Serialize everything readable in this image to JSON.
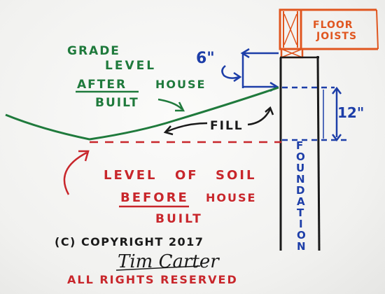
{
  "labels": {
    "floor_joists_1": "FLOOR",
    "floor_joists_2": "JOISTS",
    "six_inches": "6\"",
    "twelve_inches": "12\"",
    "grade_1": "GRADE",
    "grade_2": "LEVEL",
    "grade_3a": "AFTER",
    "grade_3b": "HOUSE",
    "grade_4": "BUILT",
    "fill": "FILL",
    "soil_1a": "LEVEL",
    "soil_1b": "OF",
    "soil_1c": "SOIL",
    "soil_2a": "BEFORE",
    "soil_2b": "HOUSE",
    "soil_3": "BUILT",
    "foundation": [
      "F",
      "O",
      "U",
      "N",
      "D",
      "A",
      "T",
      "I",
      "O",
      "N"
    ],
    "copyright": "(C) COPYRIGHT 2017",
    "signature": "Tim Carter",
    "rights": "ALL RIGHTS RESERVED"
  },
  "colors": {
    "green": "#1f7a3c",
    "red": "#c8262b",
    "blue": "#1d3ea8",
    "orange": "#e0561f",
    "black": "#1a1a1a"
  }
}
